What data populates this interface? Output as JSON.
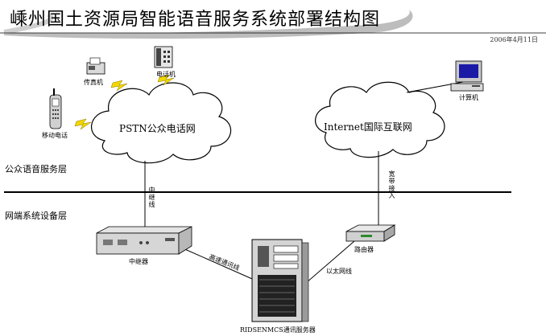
{
  "title": "嵊州国土资源局智能语音服务系统部署结构图",
  "date": "2006年4月11日",
  "layers": {
    "upper": "公众语音服务层",
    "lower": "网端系统设备层"
  },
  "clouds": {
    "psin": "PSTN公众电话网",
    "internet": "Internet国际互联网"
  },
  "devices": {
    "fax": "传真机",
    "phone": "电话机",
    "mobile": "移动电话",
    "pc": "计算机",
    "relay": "中继器",
    "router": "路由器",
    "server": "RIDSENMCS通讯服务器"
  },
  "links": {
    "trunk": "中继线",
    "broadband": "宽带接入",
    "highspeed": "高速通讯线",
    "ethernet": "以太网线"
  }
}
